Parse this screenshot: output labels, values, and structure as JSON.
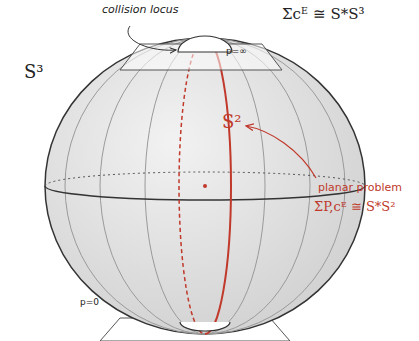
{
  "diagram": {
    "labels": [
      "collision locus",
      "Σ̄cᴱ ≅ S*S³",
      "p=∞",
      "S³",
      "S²",
      "planar problem",
      "Σ̄P,cᴱ ≅ S*S²",
      "p=0"
    ]
  }
}
